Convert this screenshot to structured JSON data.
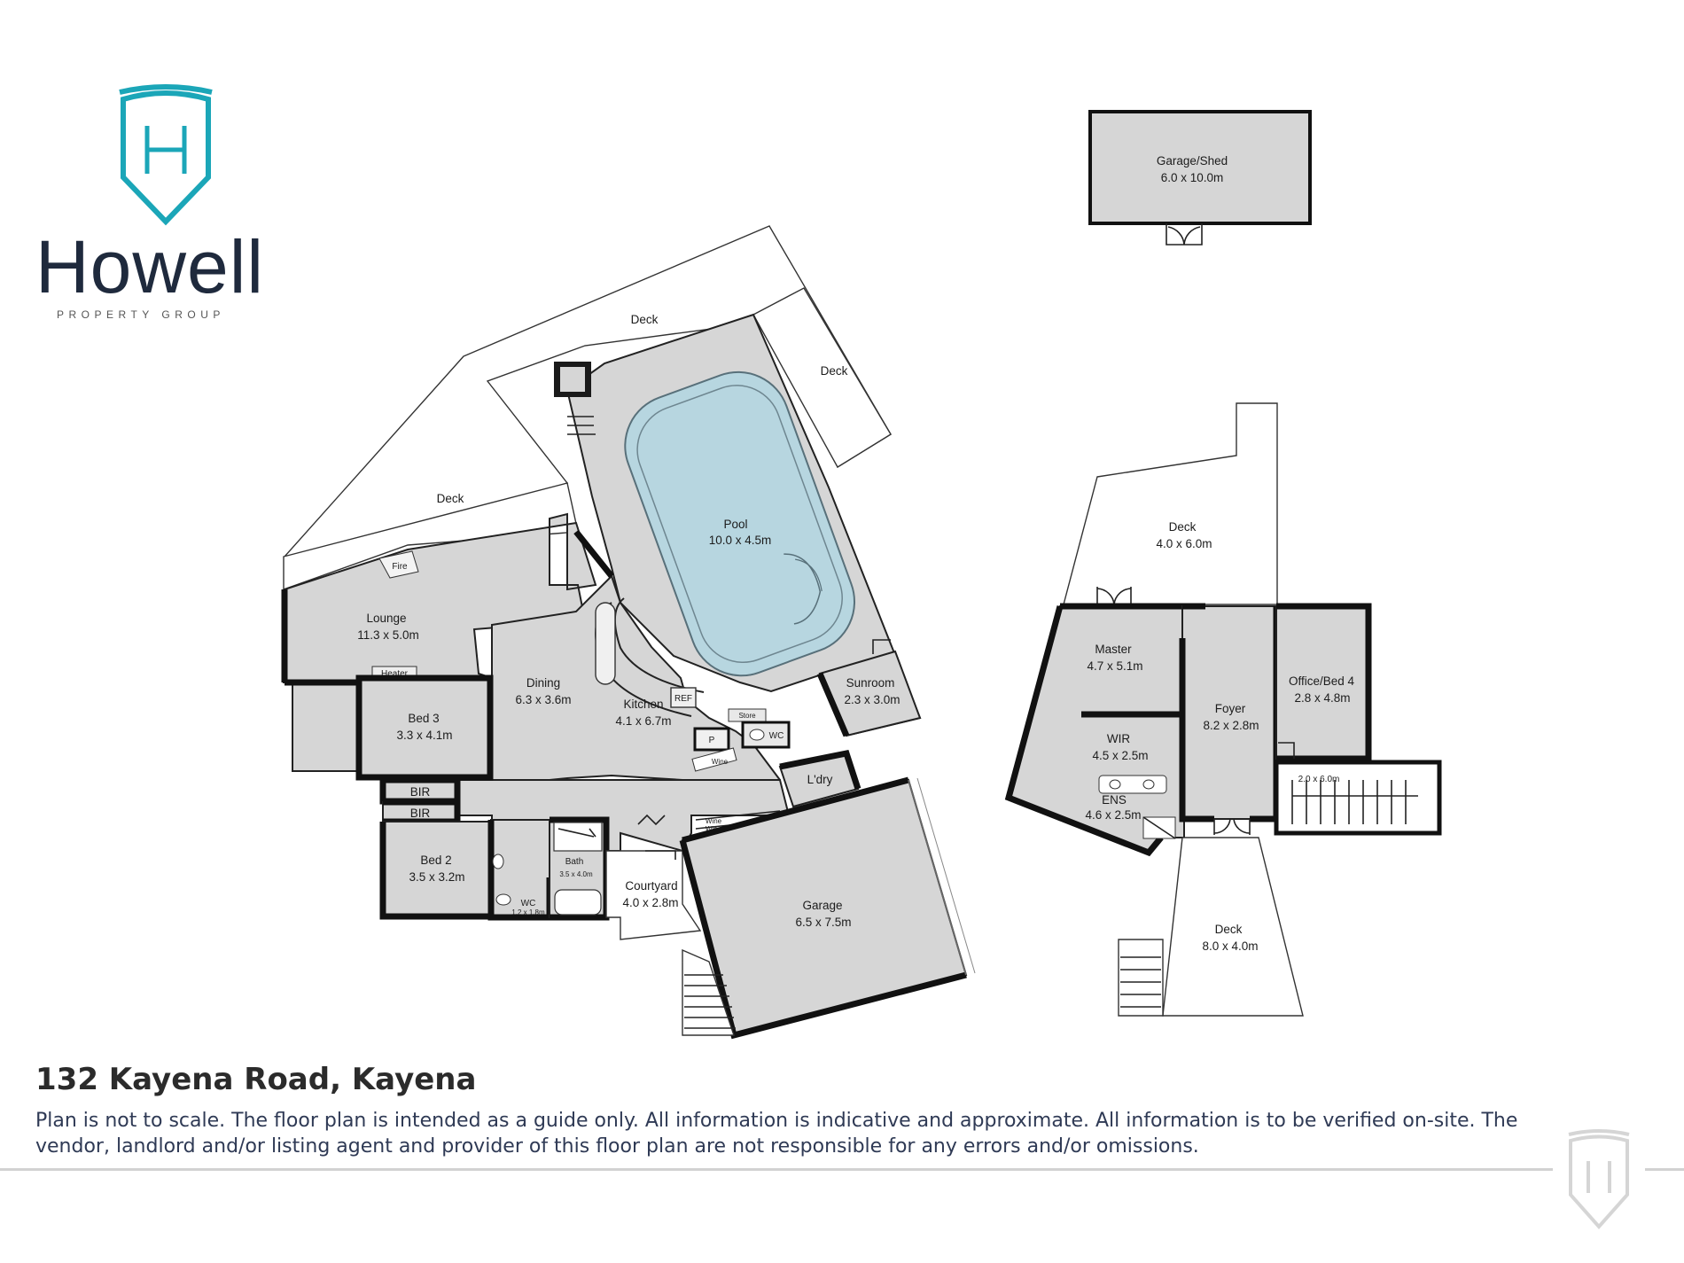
{
  "brand": {
    "name": "Howell",
    "tagline": "PROPERTY GROUP",
    "primary_color": "#1ba6b8",
    "text_color": "#1f2a3d"
  },
  "address": "132 Kayena Road, Kayena",
  "disclaimer": "Plan is not to scale. The floor plan is intended as a guide only. All information is indicative and approximate. All information is to be verified on-site.  The vendor, landlord and/or listing agent and provider of this floor plan are not responsible for any errors and/or omissions.",
  "rooms": {
    "garage_shed": {
      "name": "Garage/Shed",
      "size": "6.0 x 10.0m"
    },
    "deck_north": {
      "name": "Deck"
    },
    "deck_northeast": {
      "name": "Deck"
    },
    "deck_west": {
      "name": "Deck"
    },
    "pool": {
      "name": "Pool",
      "size": "10.0 x 4.5m"
    },
    "lounge": {
      "name": "Lounge",
      "size": "11.3 x 5.0m"
    },
    "fire": {
      "name": "Fire"
    },
    "heater": {
      "name": "Heater"
    },
    "dining": {
      "name": "Dining",
      "size": "6.3 x 3.6m"
    },
    "kitchen": {
      "name": "Kitchen",
      "size": "4.1 x 6.7m"
    },
    "ref": {
      "name": "REF"
    },
    "store": {
      "name": "Store"
    },
    "pantry": {
      "name": "P"
    },
    "wc_main": {
      "name": "WC"
    },
    "wine_kitchen": {
      "name": "Wine"
    },
    "sunroom": {
      "name": "Sunroom",
      "size": "2.3 x 3.0m"
    },
    "laundry": {
      "name": "L'dry"
    },
    "bed3": {
      "name": "Bed 3",
      "size": "3.3 x 4.1m"
    },
    "bir1": {
      "name": "BIR"
    },
    "bir2": {
      "name": "BIR"
    },
    "bed2": {
      "name": "Bed 2",
      "size": "3.5 x 3.2m"
    },
    "wc_small": {
      "name": "WC",
      "size": "1.2 x 1.8m"
    },
    "bath": {
      "name": "Bath",
      "size": "3.5 x 4.0m"
    },
    "courtyard": {
      "name": "Courtyard",
      "size": "4.0 x 2.8m"
    },
    "wine_hall_1": {
      "name": "Wine"
    },
    "wine_hall_2": {
      "name": "Wine"
    },
    "garage": {
      "name": "Garage",
      "size": "6.5 x 7.5m"
    },
    "deck_east_top": {
      "name": "Deck",
      "size": "4.0 x 6.0m"
    },
    "master": {
      "name": "Master",
      "size": "4.7 x 5.1m"
    },
    "wir": {
      "name": "WIR",
      "size": "4.5 x 2.5m"
    },
    "ens": {
      "name": "ENS",
      "size": "4.6 x 2.5m"
    },
    "foyer": {
      "name": "Foyer",
      "size": "8.2 x 2.8m"
    },
    "office": {
      "name": "Office/Bed 4",
      "size": "2.8 x 4.8m"
    },
    "stairs_landing": {
      "size": "2.0 x 6.0m"
    },
    "deck_east_bottom": {
      "name": "Deck",
      "size": "8.0 x 4.0m"
    }
  }
}
